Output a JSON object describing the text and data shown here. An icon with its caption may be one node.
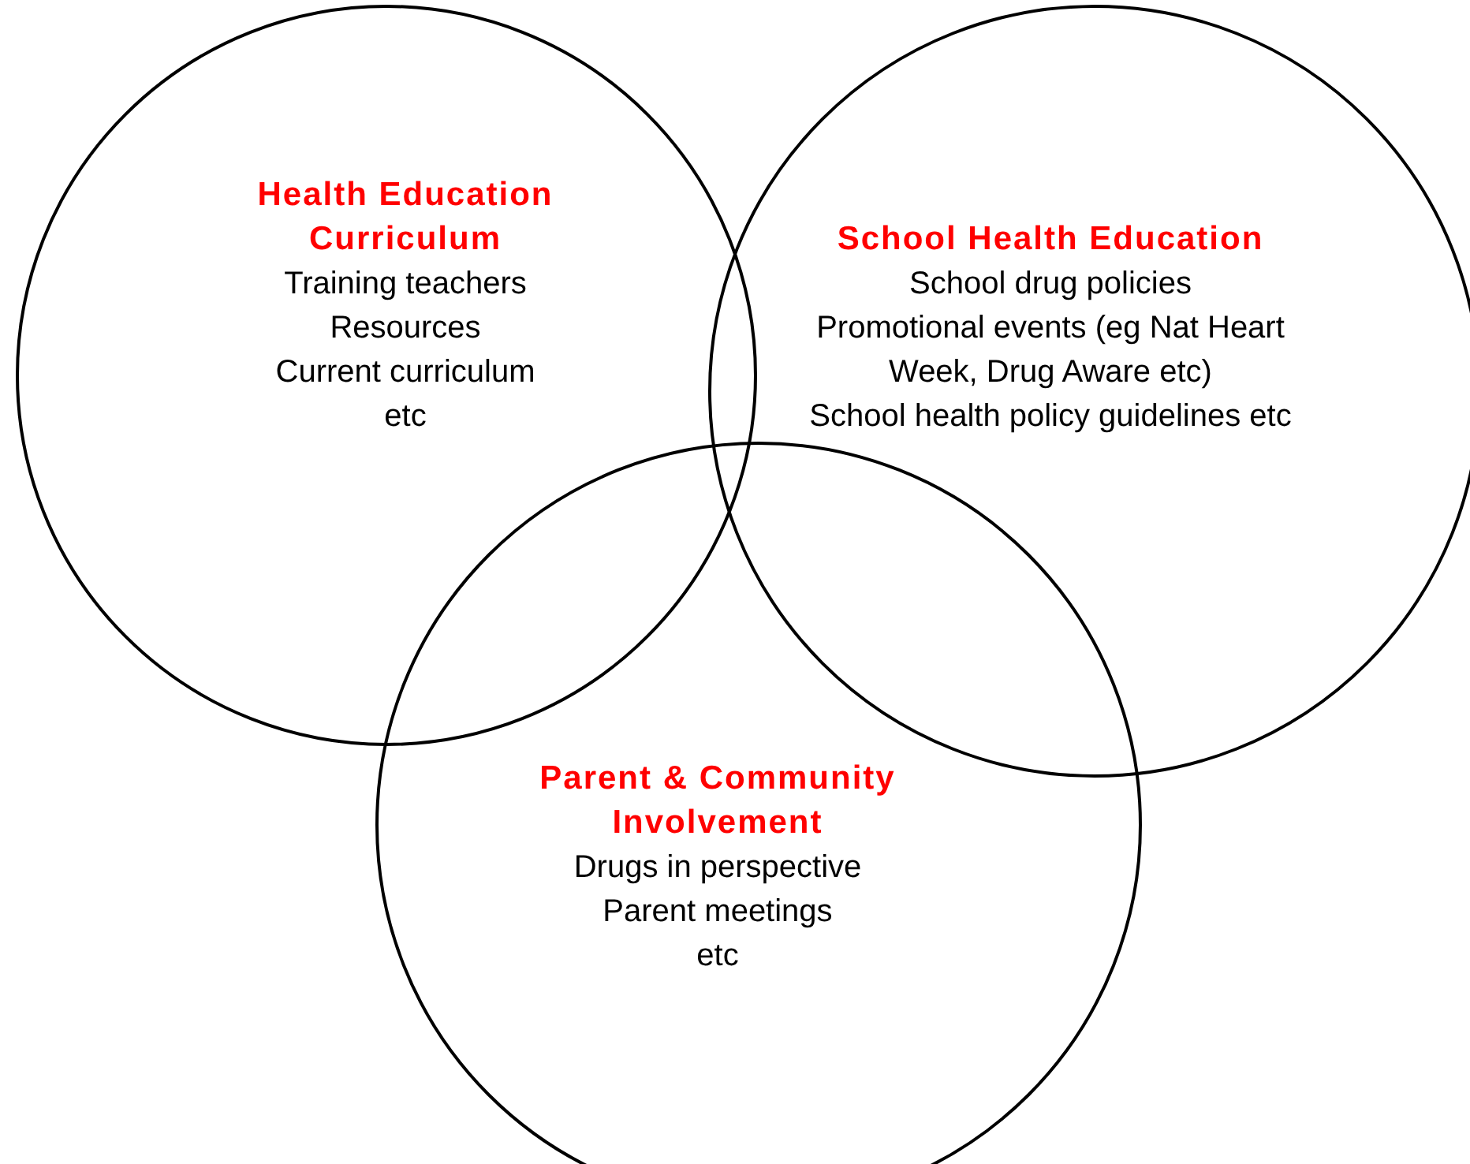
{
  "diagram": {
    "nodes": [
      {
        "text": [
          "Health Education Curriculum",
          "Training teachers",
          "Resources",
          "Current curriculum",
          "etc"
        ]
      },
      {
        "text": [
          "School Health Education",
          "School drug policies",
          "Promotional events (eg Nat Heart Week, Drug Aware etc)",
          "School health policy guidelines etc"
        ]
      },
      {
        "text": [
          "Parent & Community Involvement",
          "Drugs in perspective",
          "Parent meetings",
          "etc"
        ]
      }
    ],
    "edges": []
  }
}
